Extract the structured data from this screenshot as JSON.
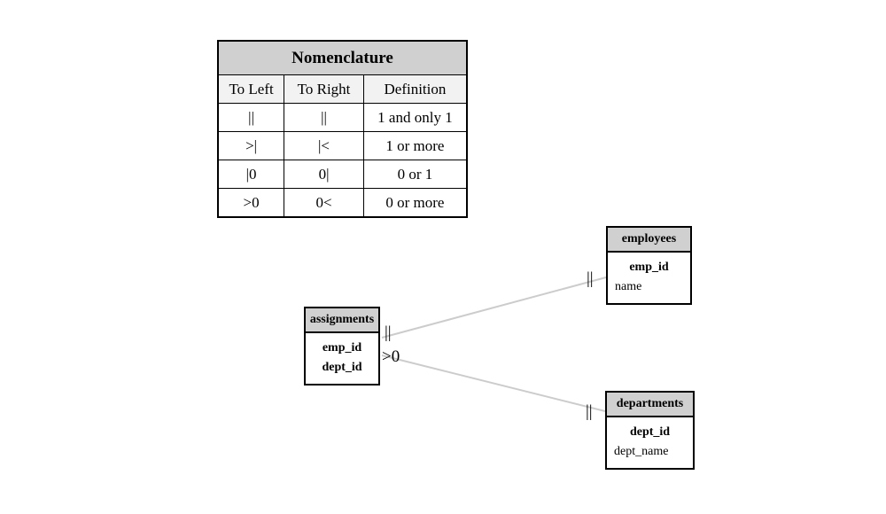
{
  "diagram": {
    "type": "entity-relationship-diagram",
    "background_color": "#ffffff",
    "line_color": "#cccccc",
    "header_fill": "#d0d0d0",
    "border_color": "#000000"
  },
  "legend": {
    "title": "Nomenclature",
    "columns": [
      "To Left",
      "To Right",
      "Definition"
    ],
    "rows": [
      {
        "to_left": "||",
        "to_right": "||",
        "definition": "1 and only 1"
      },
      {
        "to_left": ">|",
        "to_right": "|<",
        "definition": "1 or more"
      },
      {
        "to_left": "|0",
        "to_right": "0|",
        "definition": "0 or 1"
      },
      {
        "to_left": ">0",
        "to_right": "0<",
        "definition": "0 or more"
      }
    ]
  },
  "entities": [
    {
      "id": "assignments",
      "name": "assignments",
      "attributes": [
        {
          "name": "emp_id",
          "key": true
        },
        {
          "name": "dept_id",
          "key": true
        }
      ]
    },
    {
      "id": "employees",
      "name": "employees",
      "attributes": [
        {
          "name": "emp_id",
          "key": true
        },
        {
          "name": "name",
          "key": false
        }
      ]
    },
    {
      "id": "departments",
      "name": "departments",
      "attributes": [
        {
          "name": "dept_id",
          "key": true
        },
        {
          "name": "dept_name",
          "key": false
        }
      ]
    }
  ],
  "relationships": [
    {
      "id": "assignments-employees",
      "from": "assignments",
      "to": "employees",
      "from_cardinality": "||",
      "to_cardinality": "||",
      "meaning": "1 and only 1"
    },
    {
      "id": "assignments-departments",
      "from": "assignments",
      "to": "departments",
      "from_cardinality": ">0",
      "to_cardinality": "||",
      "meaning": "0 or more to 1 and only 1"
    }
  ]
}
